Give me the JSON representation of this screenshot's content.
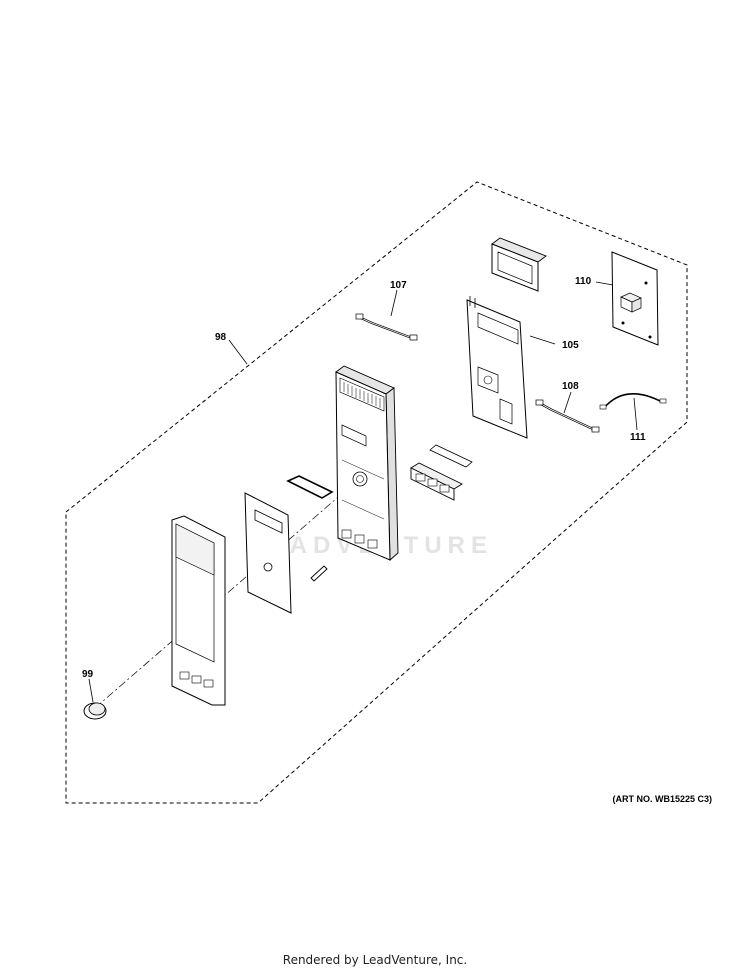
{
  "callouts": {
    "c98": "98",
    "c99": "99",
    "c105": "105",
    "c107": "107",
    "c108": "108",
    "c110": "110",
    "c111": "111"
  },
  "art_number": "(ART NO. WB15225 C3)",
  "watermark": "LEADVENTURE",
  "footer": "Rendered by LeadVenture, Inc.",
  "colors": {
    "line": "#000000",
    "watermark": "#e3e3e3"
  }
}
